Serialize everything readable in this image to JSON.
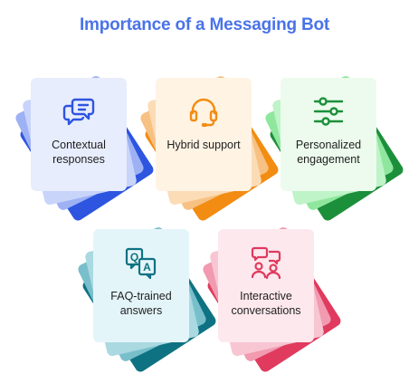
{
  "title": "Importance of a Messaging Bot",
  "colors": {
    "title": "#4a73e8"
  },
  "cards": [
    {
      "label": "Contextual\nresponses",
      "icon": "chat-bubbles-icon",
      "accent": "#2d55e0",
      "tint1": "#9db1f4",
      "tint2": "#c8d4fa",
      "bg": "#e8edfd"
    },
    {
      "label": "Hybrid support",
      "icon": "headset-icon",
      "accent": "#f28c12",
      "tint1": "#f7c183",
      "tint2": "#fbdcb6",
      "bg": "#fff3e4"
    },
    {
      "label": "Personalized\nengagement",
      "icon": "sliders-icon",
      "accent": "#1c8f3a",
      "tint1": "#8fe79e",
      "tint2": "#bff3c8",
      "bg": "#ecfbed"
    },
    {
      "label": "FAQ-trained\nanswers",
      "icon": "qa-icon",
      "accent": "#0f7282",
      "tint1": "#78bfcb",
      "tint2": "#aad9e1",
      "bg": "#e4f5f9"
    },
    {
      "label": "Interactive\nconversations",
      "icon": "people-chat-icon",
      "accent": "#e03a5e",
      "tint1": "#f19ab0",
      "tint2": "#f7c6d2",
      "bg": "#fde8ee"
    }
  ]
}
